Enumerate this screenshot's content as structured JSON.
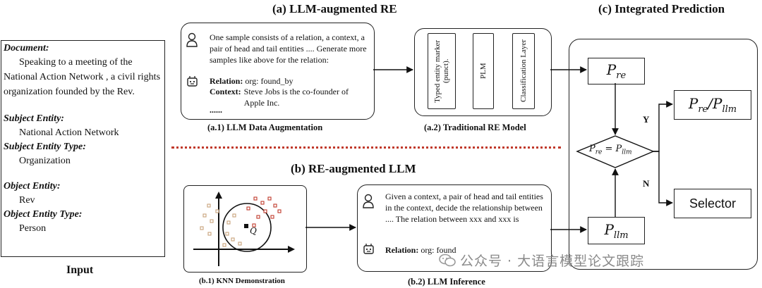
{
  "titles": {
    "a": "(a)  LLM-augmented RE",
    "b": "(b)  RE-augmented LLM",
    "c": "(c) Integrated Prediction"
  },
  "input": {
    "document_label": "Document:",
    "document_text": "Speaking to a meeting of the National Action Network , a civil rights organization founded by the Rev.",
    "subject_entity_label": "Subject Entity:",
    "subject_entity": "National Action Network",
    "subject_type_label": "Subject Entity Type:",
    "subject_type": "Organization",
    "object_entity_label": "Object Entity:",
    "object_entity": "Rev",
    "object_type_label": "Object Entity Type:",
    "object_type": "Person",
    "caption": "Input"
  },
  "a1": {
    "prompt": "One sample consists of a relation, a context, a pair of head and tail entities ....  Generate more samples like above for the relation:",
    "relation_label": "Relation:",
    "relation_value": "org: found_by",
    "context_label": "Context:",
    "context_value": "Steve Jobs is the co-founder of Apple Inc.",
    "ellipsis": "......",
    "caption": "(a.1) LLM Data Augmentation"
  },
  "a2": {
    "block1": "Typed entity marker (punct).",
    "block2": "PLM",
    "block3": "Classification Layer",
    "caption": "(a.2) Traditional RE Model"
  },
  "b1": {
    "query": "Q",
    "caption": "(b.1) KNN Demonstration"
  },
  "b2": {
    "prompt": "Given a context, a pair of head and tail entities in the context, decide the relationship between .... The relation between xxx and xxx is",
    "relation_label": "Relation:",
    "relation_value": "org: found",
    "caption": "(b.2) LLM Inference"
  },
  "c": {
    "p_re": "P",
    "p_re_sub": "re",
    "p_llm": "P",
    "p_llm_sub": "llm",
    "result": "P",
    "result_sub1": "re",
    "result_slash": "/P",
    "result_sub2": "llm",
    "cond_eq": " = P",
    "yes": "Y",
    "no": "N",
    "selector": "Selector"
  },
  "watermark": "公众号 · 大语言模型论文跟踪",
  "colors": {
    "separator": "#c0392b",
    "square_red": "#c0392b",
    "square_tan": "#c8a27a"
  }
}
